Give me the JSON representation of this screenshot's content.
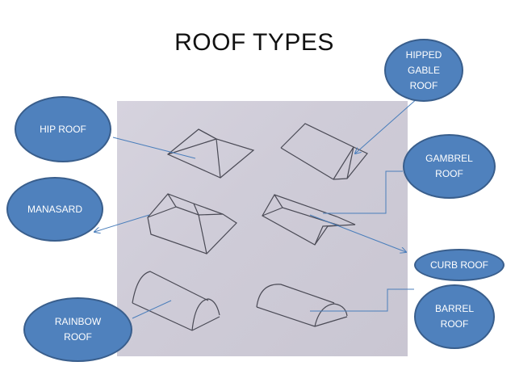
{
  "title": "ROOF TYPES",
  "labels": {
    "hip_roof": "HIP ROOF",
    "hipped_gable_roof": "HIPPED\nGABLE\nROOF",
    "gambrel_roof": "GAMBREL\nROOF",
    "manasard": "MANASARD",
    "curb_roof": "CURB ROOF",
    "rainbow_roof": "RAINBOW\nROOF",
    "barrel_roof": "BARREL\nROOF"
  },
  "colors": {
    "bubble_fill": "#4f81bd",
    "bubble_border": "#395e8c",
    "connector": "#4a7ebb",
    "sketch": "#4a4a55"
  }
}
